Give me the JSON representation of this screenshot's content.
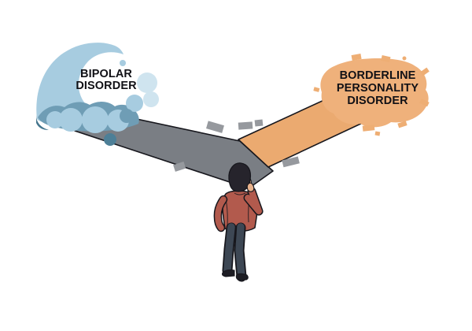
{
  "labels": {
    "left": {
      "lines": [
        "BIPOLAR",
        "DISORDER"
      ]
    },
    "right": {
      "lines": [
        "BORDERLINE",
        "PERSONALITY",
        "DISORDER"
      ]
    }
  },
  "colors": {
    "background": "#ffffff",
    "text_black": "#111116",
    "outline_black": "#17171d",
    "wave_light": "#a7cce0",
    "wave_pale": "#cfe4ef",
    "wave_mid": "#6f9db5",
    "wave_dark": "#44758d",
    "wave_dot_dark": "#4d7f97",
    "path_left_gray": "#7a7e84",
    "path_right_orange": "#ebaa70",
    "blob_orange": "#efb17b",
    "speck_gray": "#96999e",
    "speck_orange": "#eeae74",
    "person_sweater": "#b25a4d",
    "person_pants": "#3d4754",
    "person_skin": "#e8b28c",
    "person_hair": "#26242c",
    "person_shoes": "#1d1d24"
  }
}
